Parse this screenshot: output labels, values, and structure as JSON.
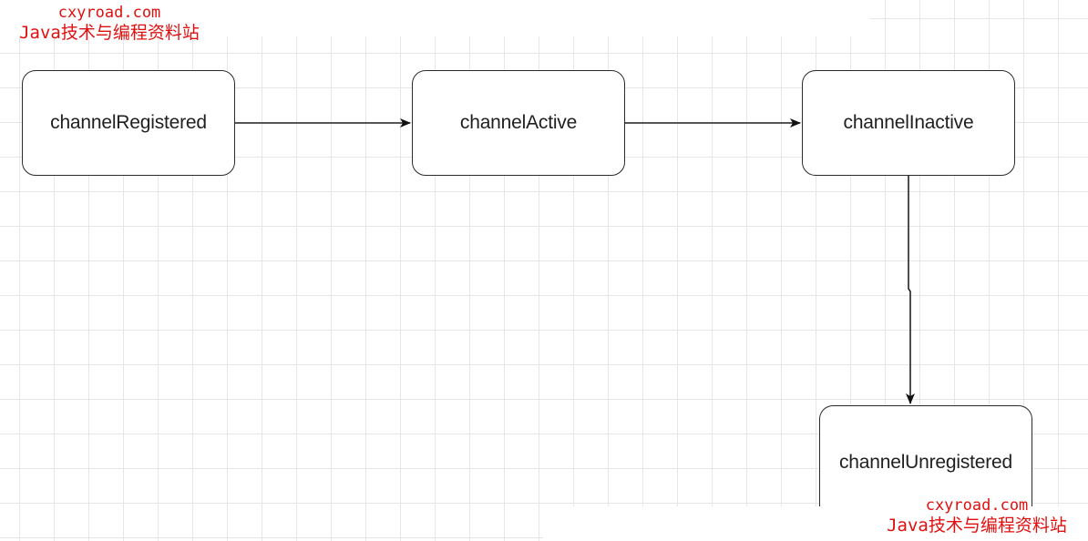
{
  "diagram": {
    "nodes": [
      {
        "id": "registered",
        "label": "channelRegistered"
      },
      {
        "id": "active",
        "label": "channelActive"
      },
      {
        "id": "inactive",
        "label": "channelInactive"
      },
      {
        "id": "unregistered",
        "label": "channelUnregistered"
      }
    ],
    "edges": [
      {
        "from": "channelRegistered",
        "to": "channelActive"
      },
      {
        "from": "channelActive",
        "to": "channelInactive"
      },
      {
        "from": "channelInactive",
        "to": "channelUnregistered"
      }
    ]
  },
  "watermarks": [
    {
      "domain": "cxyroad.com",
      "title": "Java技术与编程资料站"
    },
    {
      "domain": "cxyroad.com",
      "title": "Java技术与编程资料站"
    }
  ],
  "colors": {
    "watermark": "#e01010",
    "node_border": "#2b2b2b",
    "grid": "#e6e6e6"
  }
}
